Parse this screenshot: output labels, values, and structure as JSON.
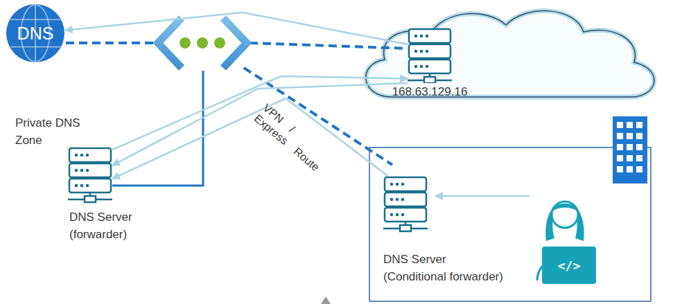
{
  "diagram": {
    "nodes": [
      {
        "text": [
          "DNS",
          "Private DNS Zone"
        ]
      },
      {
        "text": [
          "168.63.129.16"
        ]
      },
      {
        "text": [
          "DNS Server (forwarder)"
        ]
      },
      {
        "text": [
          "DNS Server (Conditional forwarder)"
        ]
      }
    ],
    "edges": [
      {
        "from": 1,
        "to": 0,
        "arrow": "to"
      },
      {
        "from": 2,
        "to": 1,
        "arrow": "to"
      },
      {
        "from": 1,
        "to": 2,
        "arrow": "to"
      },
      {
        "from": 3,
        "to": 2,
        "arrow": "to"
      }
    ],
    "labels": [
      "VPN / Express Route",
      "</>"
    ]
  }
}
